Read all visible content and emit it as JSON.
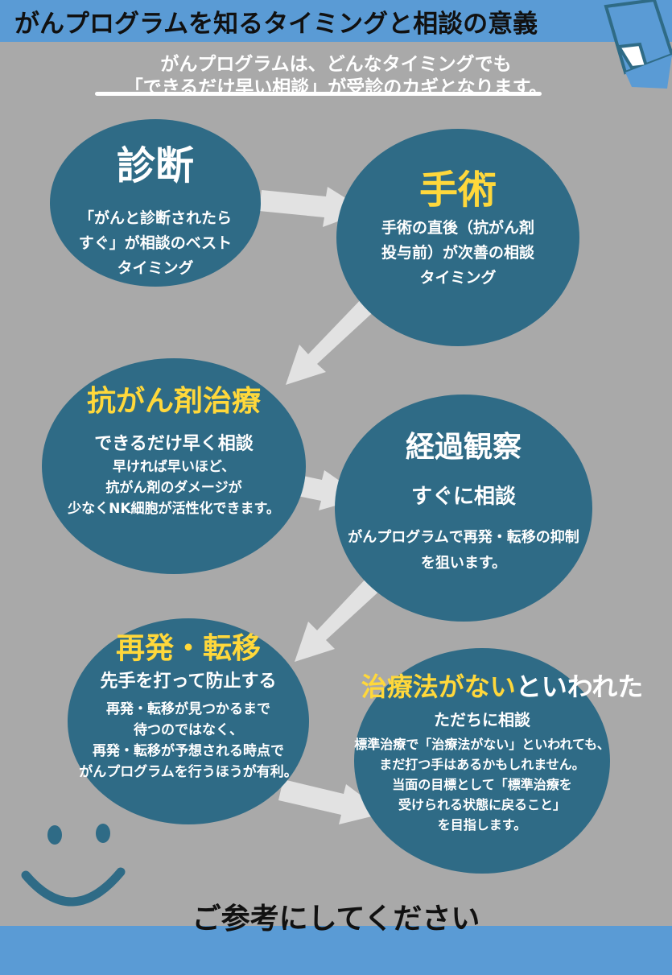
{
  "header": {
    "title": "がんプログラムを知るタイミングと相談の意義",
    "subtitle_line1": "がんプログラムは、どんなタイミングでも",
    "subtitle_line2": "「できるだけ早い相談」が受診のカギとなります。"
  },
  "stages": {
    "diagnosis": {
      "title": "診断",
      "lines": [
        "「がんと診断されたら",
        "すぐ」が相談のベスト",
        "タイミング"
      ]
    },
    "surgery": {
      "title": "手術",
      "lines": [
        "手術の直後（抗がん剤",
        "投与前）が次善の相談",
        "タイミング"
      ]
    },
    "chemo": {
      "title": "抗がん剤治療",
      "subtitle": "できるだけ早く相談",
      "lines": [
        "早ければ早いほど、",
        "抗がん剤のダメージが",
        "少なくNK細胞が活性化できます。"
      ]
    },
    "observation": {
      "title": "経過観察",
      "subtitle": "すぐに相談",
      "lines": [
        "がんプログラムで再発・転移の抑制",
        "を狙います。"
      ]
    },
    "recurrence": {
      "title": "再発・転移",
      "subtitle": "先手を打って防止する",
      "lines": [
        "再発・転移が見つかるまで",
        "待つのではなく、",
        "再発・転移が予想される時点で",
        "がんプログラムを行うほうが有利。"
      ]
    },
    "no_treatment": {
      "title_yellow": "治療法がない",
      "title_white": "といわれた",
      "subtitle": "ただちに相談",
      "lines": [
        "標準治療で「治療法がない」といわれても、",
        "まだ打つ手はあるかもしれません。",
        "当面の目標として「標準治療を",
        "受けられる状態に戻ること」",
        "を目指します。"
      ]
    }
  },
  "footer": {
    "closing": "ご参考にしてください"
  },
  "colors": {
    "background": "#a9a9a9",
    "band": "#5a9bd5",
    "circle": "#2f6b86",
    "accent": "#ffd83b",
    "arrow": "#e2e2e2"
  }
}
